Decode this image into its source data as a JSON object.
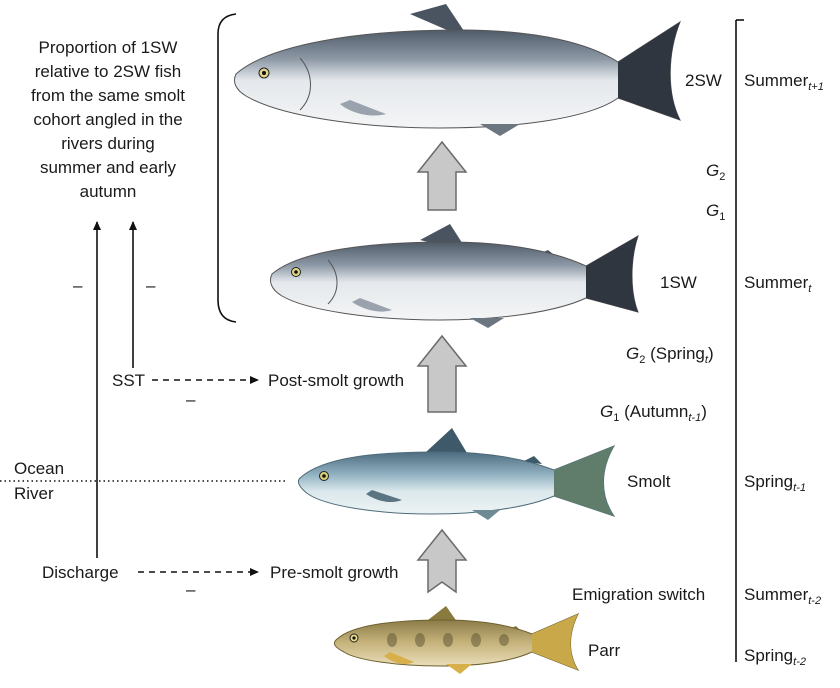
{
  "proportion_label": {
    "lines": [
      "Proportion of 1SW",
      "relative to 2SW fish",
      "from the same smolt",
      "cohort angled in the",
      "rivers during",
      "summer and early",
      "autumn"
    ]
  },
  "signs": {
    "discharge_to_proportion": "–",
    "sst_to_proportion": "–",
    "sst_to_growth": "–",
    "discharge_to_growth": "–"
  },
  "drivers": {
    "sst": "SST",
    "discharge": "Discharge"
  },
  "growth": {
    "post_smolt": "Post-smolt growth",
    "pre_smolt": "Pre-smolt growth"
  },
  "environment": {
    "ocean": "Ocean",
    "river": "River"
  },
  "stages": {
    "two_sw": "2SW",
    "one_sw": "1SW",
    "smolt": "Smolt",
    "parr": "Parr"
  },
  "growth_periods": {
    "g2_letter": "G",
    "g2_sub": "2",
    "g1_letter": "G",
    "g1_sub": "1",
    "g2_spring_letter": "G",
    "g2_spring_sub": "2",
    "g2_spring_text": " (Spring",
    "g2_spring_tsub": "t",
    "g2_spring_close": ")",
    "g1_autumn_letter": "G",
    "g1_autumn_sub": "1",
    "g1_autumn_text": " (Autumn",
    "g1_autumn_tsub": "t-1",
    "g1_autumn_close": ")",
    "emigration_switch": "Emigration switch"
  },
  "timeline": [
    {
      "base": "Summer",
      "sub": "t+1"
    },
    {
      "base": "Summer",
      "sub": "t"
    },
    {
      "base": "Spring",
      "sub": "t-1"
    },
    {
      "base": "Summer",
      "sub": "t-2"
    },
    {
      "base": "Spring",
      "sub": "t-2"
    }
  ],
  "colors": {
    "stage_arrow_fill": "#c8c8c8",
    "stage_arrow_stroke": "#6b6b6b",
    "line": "#111111"
  }
}
